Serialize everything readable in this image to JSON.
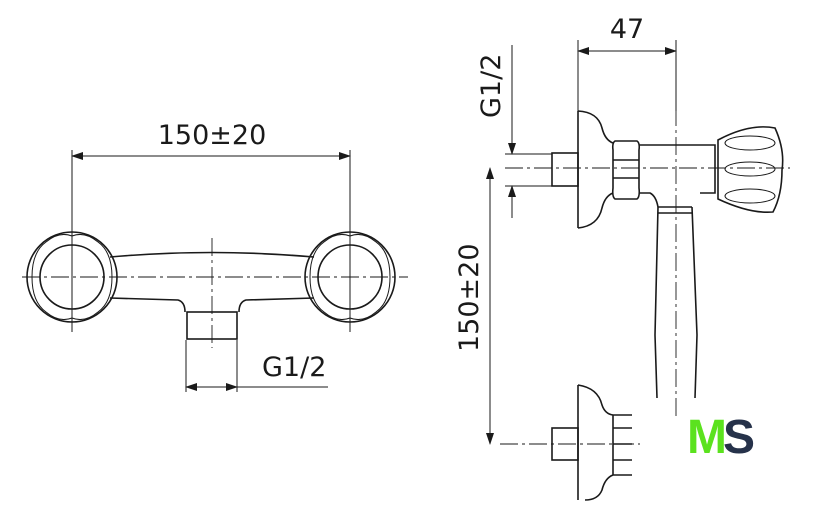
{
  "front_view": {
    "spacing_dimension": "150±20",
    "outlet_thread": "G1/2"
  },
  "side_view": {
    "depth_dimension": "47",
    "inlet_thread": "G1/2",
    "spacing_dimension": "150±20"
  },
  "logo": {
    "text_m": "M",
    "text_s": "S",
    "color_m": "#5be21e",
    "color_s": "#26324a"
  }
}
